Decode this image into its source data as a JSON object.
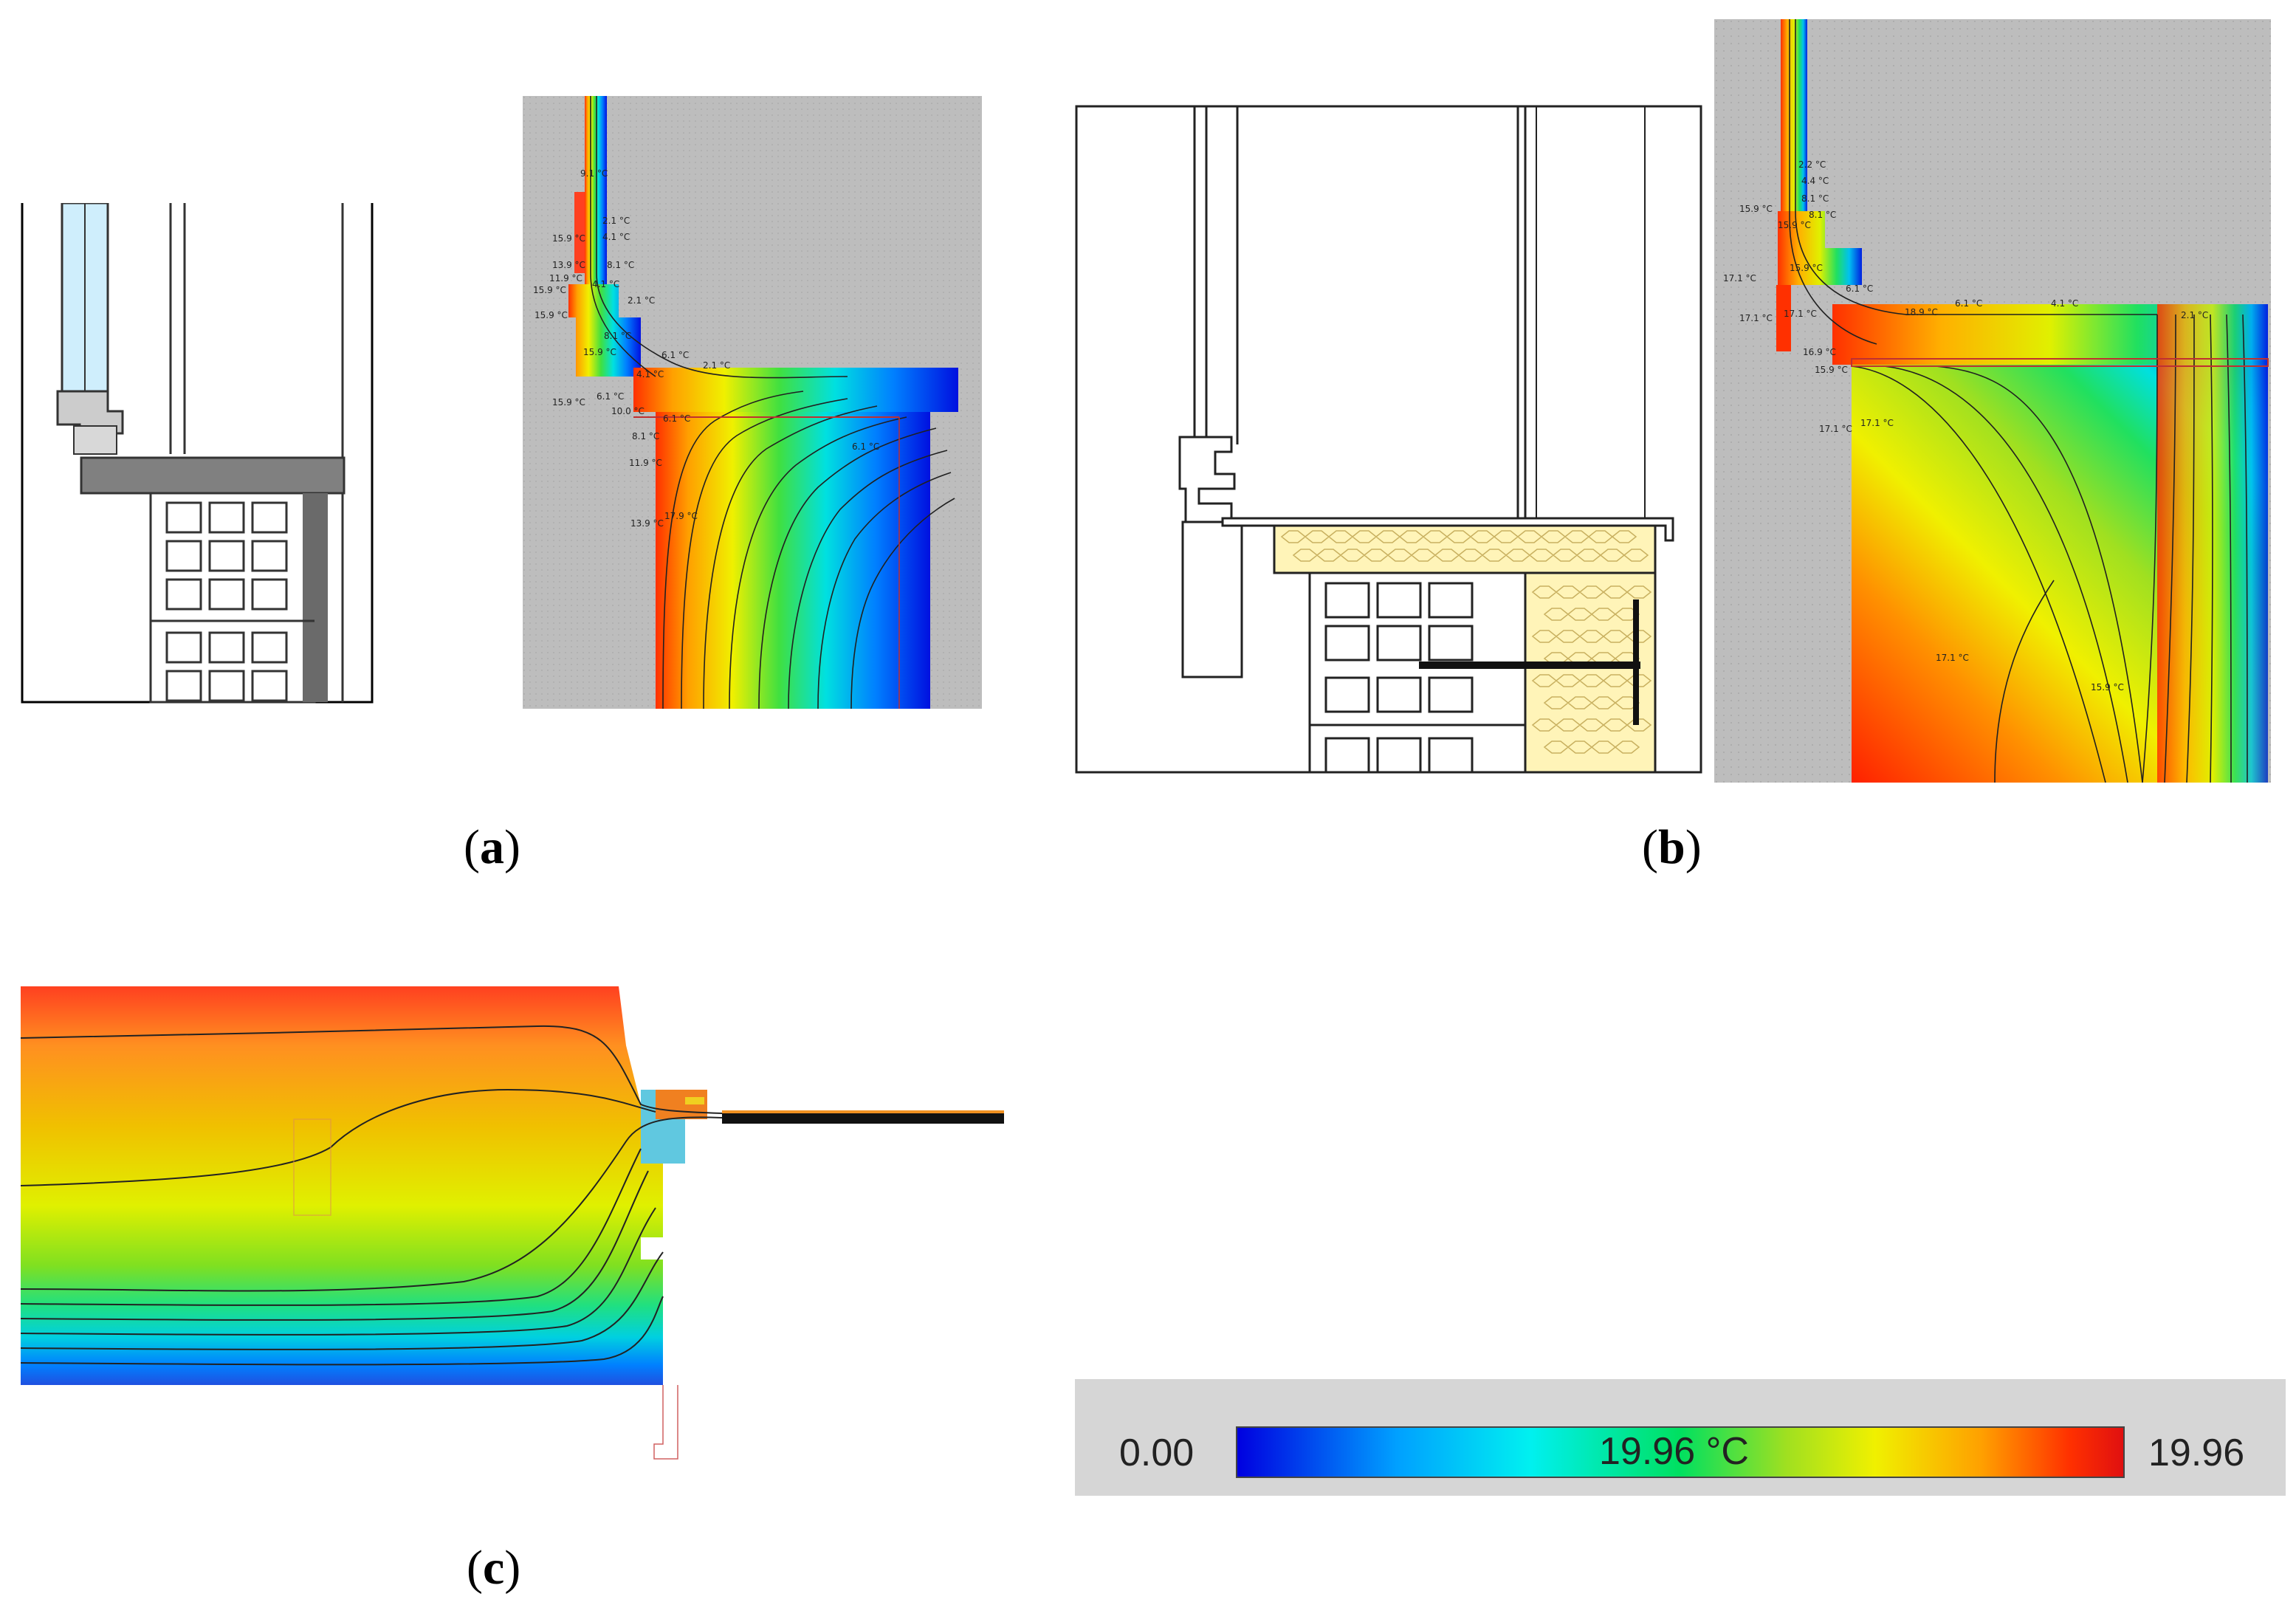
{
  "captions": {
    "a": "a",
    "b": "b",
    "c": "c"
  },
  "panel_a": {
    "labels": [
      "9.1 °C",
      "2.1 °C",
      "15.9 °C",
      "4.1 °C",
      "13.9 °C",
      "11.9 °C",
      "8.1 °C",
      "15.9 °C",
      "4.1 °C",
      "15.9 °C",
      "2.1 °C",
      "8.1 °C",
      "15.9 °C",
      "4.1 °C",
      "6.1 °C",
      "2.1 °C",
      "15.9 °C",
      "6.1 °C",
      "10.0 °C",
      "8.1 °C",
      "6.1 °C",
      "6.1 °C",
      "11.9 °C",
      "13.9 °C",
      "17.9 °C"
    ]
  },
  "panel_b": {
    "labels": [
      "2.2 °C",
      "4.4 °C",
      "15.9 °C",
      "8.1 °C",
      "15.9 °C",
      "8.1 °C",
      "17.1 °C",
      "15.9 °C",
      "6.1 °C",
      "17.1 °C",
      "17.1 °C",
      "18.9 °C",
      "6.1 °C",
      "4.1 °C",
      "2.1 °C",
      "16.9 °C",
      "15.9 °C",
      "17.1 °C",
      "17.1 °C",
      "17.1 °C",
      "15.9 °C"
    ]
  },
  "legend": {
    "min_label": "0.00",
    "center_label": "19.96 °C",
    "max_label": "19.96",
    "colors": [
      "#0000e0",
      "#00a0ff",
      "#00f0f0",
      "#00e060",
      "#a0e020",
      "#f0f000",
      "#ffa000",
      "#ff3000",
      "#e01010"
    ]
  }
}
